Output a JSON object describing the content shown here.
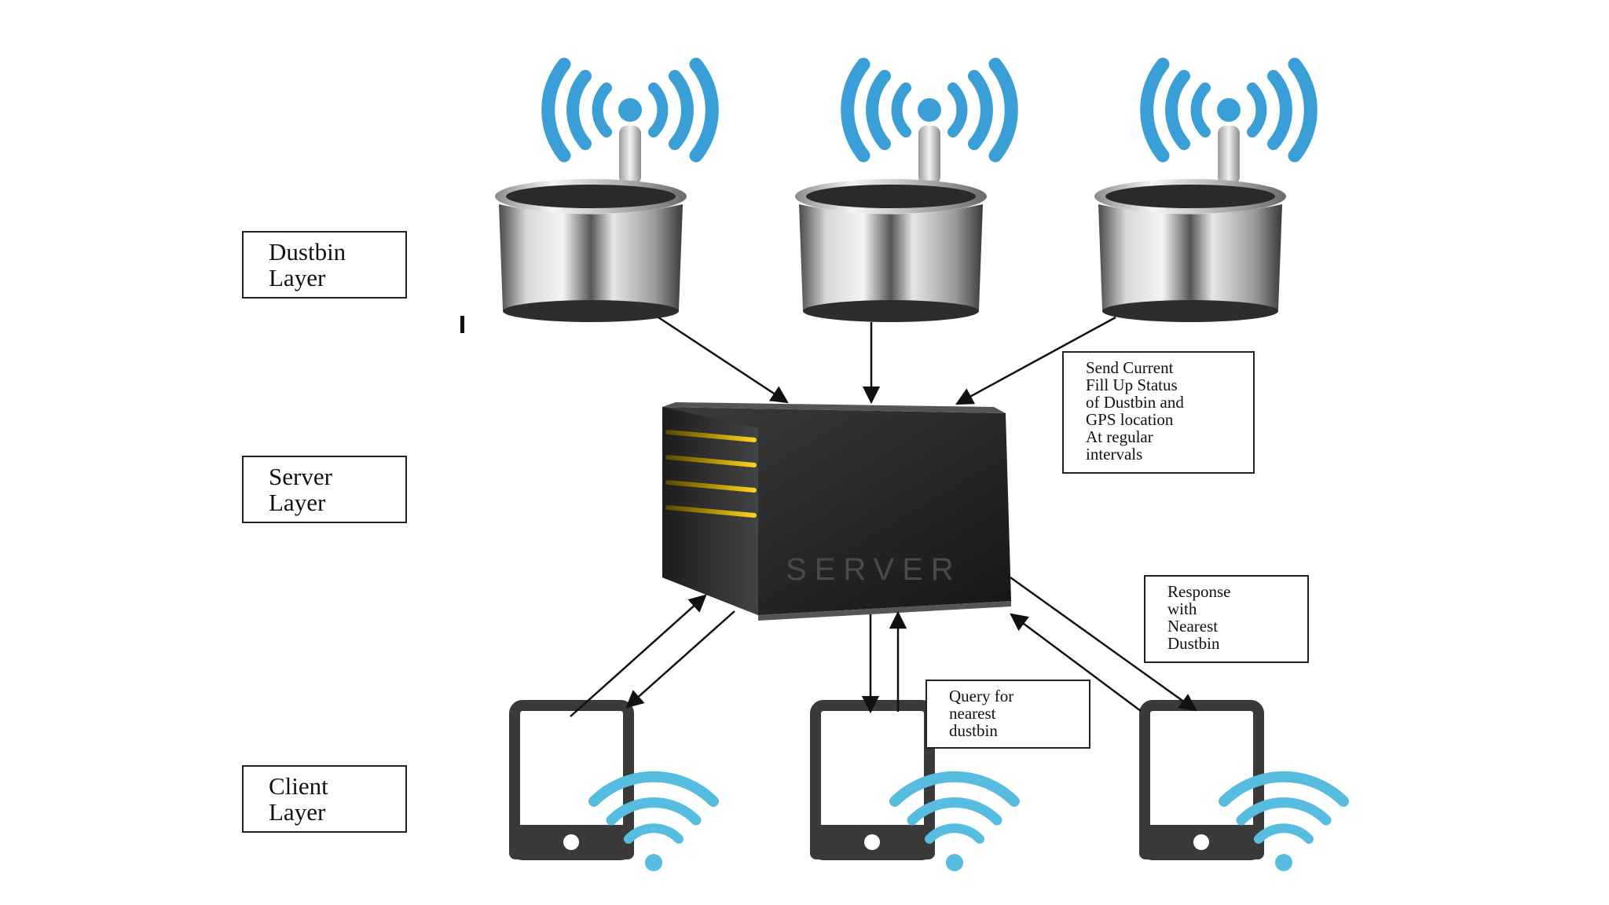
{
  "layers": {
    "dustbin": [
      "Dustbin",
      "Layer"
    ],
    "server": [
      "Server",
      "Layer"
    ],
    "client": [
      "Client",
      "Layer"
    ]
  },
  "notes": {
    "send_status": [
      "Send Current",
      "Fill Up Status",
      "of Dustbin and",
      "GPS location",
      "At regular",
      "intervals"
    ],
    "response": [
      "Response",
      "with",
      "Nearest",
      "Dustbin"
    ],
    "query": [
      "Query for",
      "nearest",
      "dustbin"
    ]
  },
  "server_label": "SERVER",
  "colors": {
    "wifi_blue": "#3a9fd6",
    "phone_frame": "#3a3a3a",
    "server_body": "#2b2b2b",
    "arrow": "#111111"
  }
}
